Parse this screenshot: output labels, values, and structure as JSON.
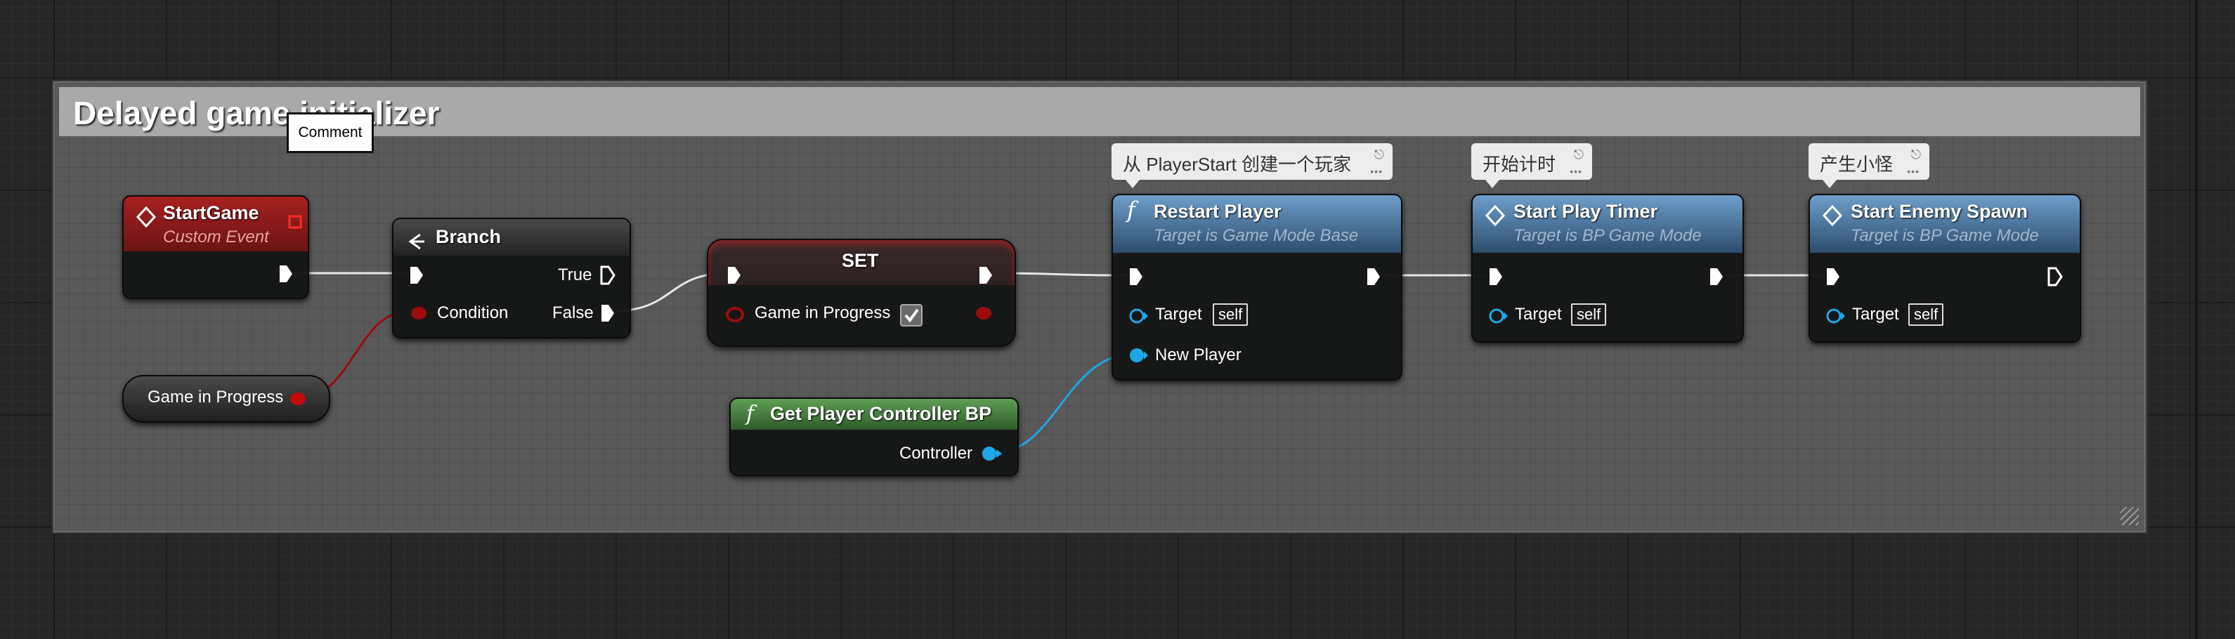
{
  "comment": {
    "title": "Delayed game initializer",
    "tooltip": "Comment"
  },
  "bubbles": {
    "restart": "从 PlayerStart 创建一个玩家",
    "timer": "开始计时",
    "enemy": "产生小怪"
  },
  "nodes": {
    "start_game": {
      "title": "StartGame",
      "subtitle": "Custom Event"
    },
    "branch": {
      "title": "Branch",
      "true_label": "True",
      "false_label": "False",
      "condition_label": "Condition"
    },
    "game_in_progress_var": {
      "label": "Game in Progress"
    },
    "set": {
      "title": "SET",
      "pin_label": "Game in Progress"
    },
    "get_pc": {
      "title": "Get Player Controller BP",
      "pin_label": "Controller"
    },
    "restart_player": {
      "title": "Restart Player",
      "subtitle": "Target is Game Mode Base",
      "target_label": "Target",
      "target_value": "self",
      "new_player_label": "New Player"
    },
    "start_play_timer": {
      "title": "Start Play Timer",
      "subtitle": "Target is BP Game Mode",
      "target_label": "Target",
      "target_value": "self"
    },
    "start_enemy_spawn": {
      "title": "Start Enemy Spawn",
      "subtitle": "Target is BP Game Mode",
      "target_label": "Target",
      "target_value": "self"
    }
  },
  "colors": {
    "event_header": "#8e1a1a",
    "function_header": "#3f6a8e",
    "pure_header": "#4c8a45",
    "boolean_pin": "#9c0c0c",
    "object_pin": "#1ea7e6",
    "exec_wire": "#e6e6e6"
  },
  "icons": [
    "event-diamond-icon",
    "branch-icon",
    "function-icon",
    "exec-pin-icon",
    "pin-push-icon",
    "checkbox-icon"
  ]
}
